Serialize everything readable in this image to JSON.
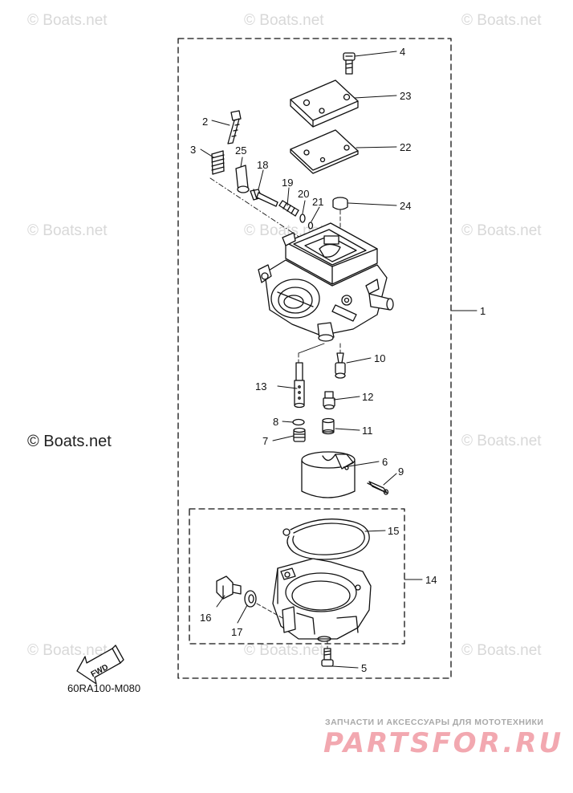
{
  "watermark": {
    "faint_text": "© Boats.net",
    "strong_text": "© Boats.net"
  },
  "diagram": {
    "code": "60RA100-M080",
    "fwd_label": "FWD",
    "callouts": [
      "4",
      "23",
      "2",
      "3",
      "25",
      "22",
      "18",
      "19",
      "20",
      "21",
      "24",
      "1",
      "10",
      "13",
      "12",
      "8",
      "11",
      "7",
      "6",
      "9",
      "15",
      "14",
      "16",
      "17",
      "5"
    ]
  },
  "promo": {
    "tagline": "ЗАПЧАСТИ И АКСЕССУАРЫ ДЛЯ МОТОТЕХНИКИ",
    "brand": "PARTSFOR.RU"
  },
  "colors": {
    "line": "#111111",
    "watermark": "#d8d8d8",
    "brand": "#f2a8b0"
  }
}
